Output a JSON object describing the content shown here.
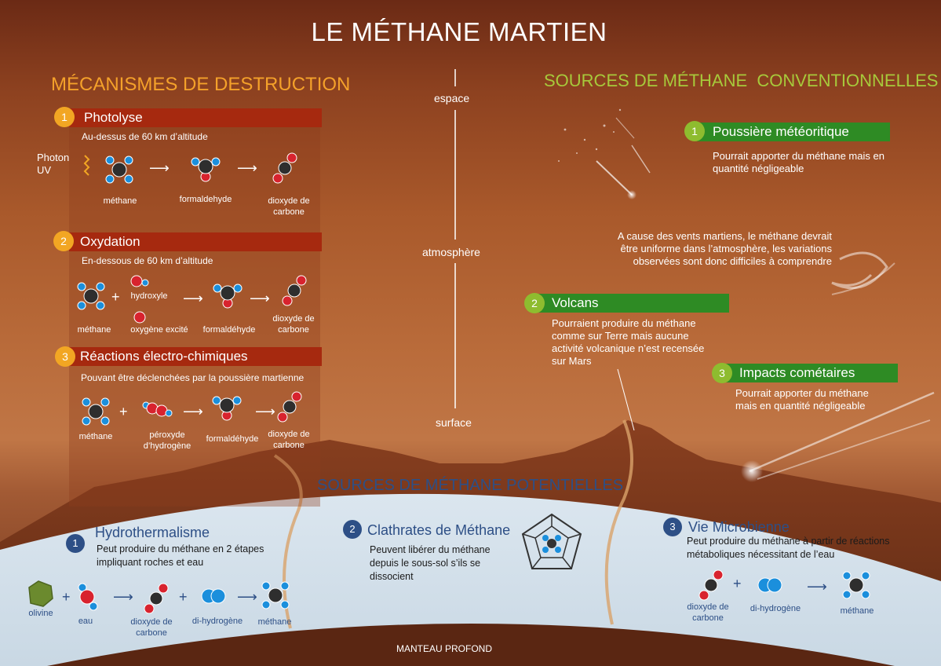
{
  "title": "LE MÉTHANE MARTIEN",
  "axis": {
    "top": "espace",
    "middle": "atmosphère",
    "bottom": "surface"
  },
  "destruction": {
    "heading": "MÉCANISMES DE DESTRUCTION",
    "items": [
      {
        "num": "1",
        "name": "Photolyse",
        "note": "Au-dessus de 60 km d’altitude",
        "photon": "Photon UV",
        "labels": [
          "méthane",
          "formaldehyde",
          "dioxyde de carbone"
        ]
      },
      {
        "num": "2",
        "name": "Oxydation",
        "note": "En-dessous de 60 km d’altitude",
        "labels": [
          "méthane",
          "hydroxyle",
          "oxygène excité",
          "formaldéhyde",
          "dioxyde de carbone"
        ]
      },
      {
        "num": "3",
        "name": "Réactions électro-chimiques",
        "note": "Pouvant être déclenchées par la poussière martienne",
        "labels": [
          "méthane",
          "péroxyde d’hydrogène",
          "formaldéhyde",
          "dioxyde de carbone"
        ]
      }
    ]
  },
  "conventional": {
    "heading": "SOURCES DE MÉTHANE  CONVENTIONNELLES",
    "items": [
      {
        "num": "1",
        "name": "Poussière météoritique",
        "desc": "Pourrait apporter du méthane mais en quantité négligeable"
      },
      {
        "num": "2",
        "name": "Volcans",
        "desc": "Pourraient produire du méthane comme sur Terre mais aucune activité volcanique n’est recensée sur Mars"
      },
      {
        "num": "3",
        "name": "Impacts cométaires",
        "desc": "Pourrait apporter du méthane mais en quantité négligeable"
      }
    ],
    "winds_note": "A cause des vents martiens, le méthane devrait être uniforme dans l’atmosphère, les variations observées sont  donc difficiles à comprendre"
  },
  "potential": {
    "heading": "SOURCES DE MÉTHANE POTENTIELLES",
    "items": [
      {
        "num": "1",
        "name": "Hydrothermalisme",
        "desc": "Peut produire du méthane en 2 étapes impliquant roches et eau",
        "labels": [
          "olivine",
          "eau",
          "dioxyde de carbone",
          "di-hydrogène",
          "méthane"
        ]
      },
      {
        "num": "2",
        "name": "Clathrates de Méthane",
        "desc": "Peuvent libérer du méthane depuis le sous-sol s’ils se dissocient"
      },
      {
        "num": "3",
        "name": "Vie Microbienne",
        "desc": "Peut produire du méthane à partir de réactions métaboliques nécessitant de l’eau",
        "labels": [
          "dioxyde de carbone",
          "di-hydrogène",
          "méthane"
        ]
      }
    ]
  },
  "mantle": "MANTEAU PROFOND"
}
